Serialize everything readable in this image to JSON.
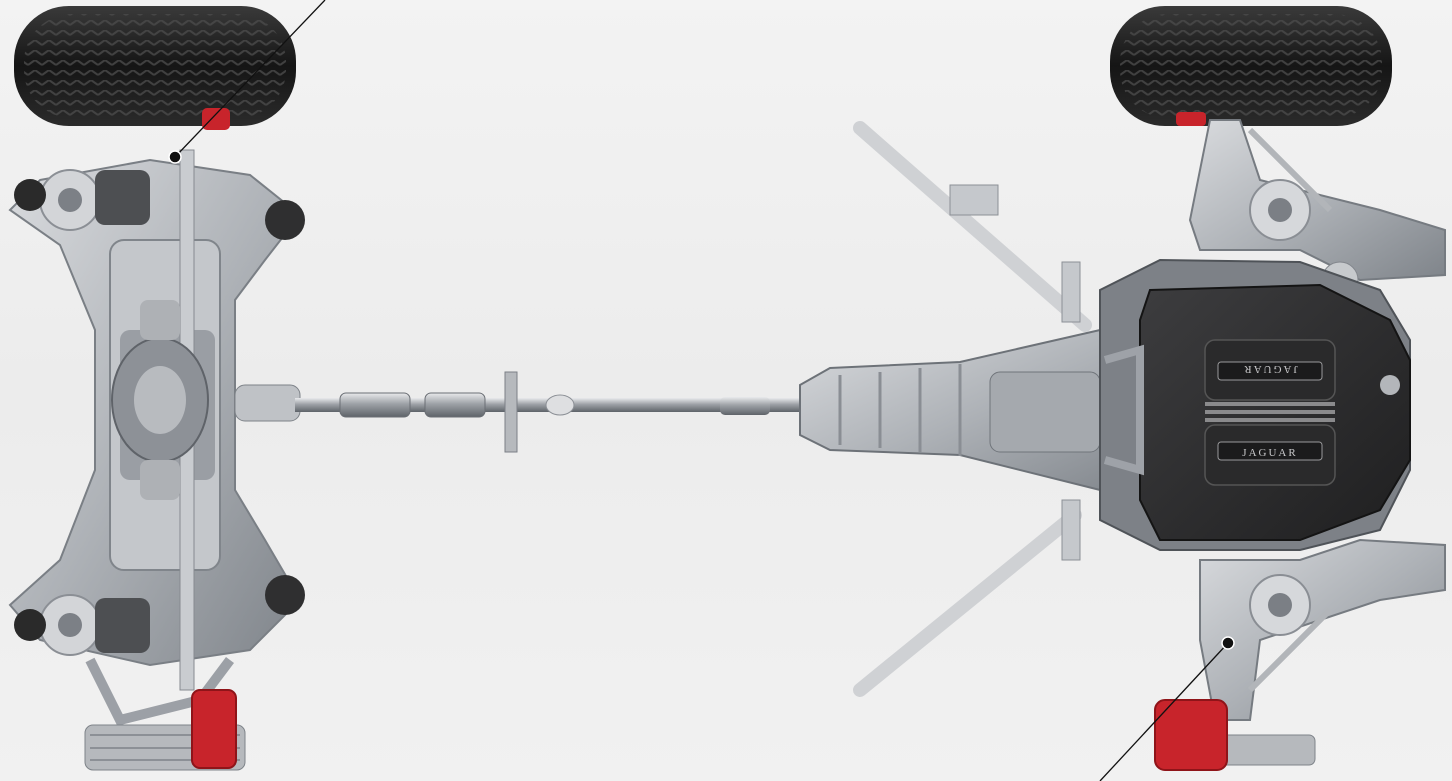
{
  "engine_cover": {
    "badge_top": "JAGUAR",
    "badge_bottom": "JAGUAR"
  },
  "colors": {
    "background": "#eeeeee",
    "tire": "#1b1b1b",
    "aluminium": "#b9bcc0",
    "aluminium_dark": "#8c9096",
    "brake_caliper": "#c8242b",
    "engine_cover": "#2e2e2f",
    "callout_line": "#111111"
  },
  "callouts": [
    {
      "name": "rear-suspension-hotspot"
    },
    {
      "name": "front-suspension-hotspot"
    }
  ]
}
